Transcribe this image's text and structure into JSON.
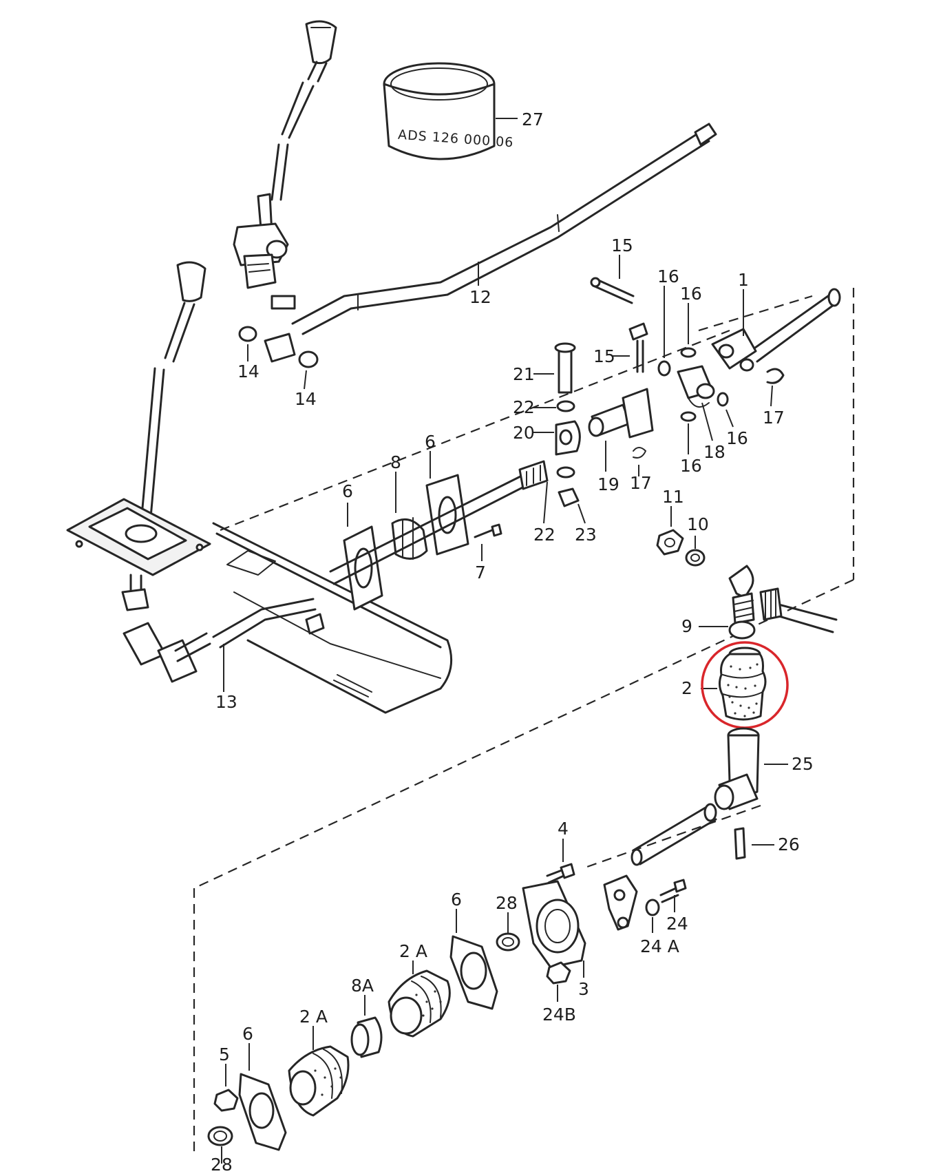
{
  "band_stamp_text": "ADS 126 000 06",
  "highlight_color": "#d9262b",
  "ink_color": "#262626",
  "callouts": [
    {
      "id": "c27",
      "label": "27"
    },
    {
      "id": "c12",
      "label": "12"
    },
    {
      "id": "c15a",
      "label": "15"
    },
    {
      "id": "c16a",
      "label": "16"
    },
    {
      "id": "c16b",
      "label": "16"
    },
    {
      "id": "c1",
      "label": "1"
    },
    {
      "id": "c14a",
      "label": "14"
    },
    {
      "id": "c14b",
      "label": "14"
    },
    {
      "id": "c21",
      "label": "21"
    },
    {
      "id": "c15b",
      "label": "15"
    },
    {
      "id": "c22a",
      "label": "22"
    },
    {
      "id": "c20",
      "label": "20"
    },
    {
      "id": "c17a",
      "label": "17"
    },
    {
      "id": "c16c",
      "label": "16"
    },
    {
      "id": "c18",
      "label": "18"
    },
    {
      "id": "c16d",
      "label": "16"
    },
    {
      "id": "c19",
      "label": "19"
    },
    {
      "id": "c17b",
      "label": "17"
    },
    {
      "id": "c6a",
      "label": "6"
    },
    {
      "id": "c8",
      "label": "8"
    },
    {
      "id": "c6b",
      "label": "6"
    },
    {
      "id": "c22b",
      "label": "22"
    },
    {
      "id": "c23",
      "label": "23"
    },
    {
      "id": "c7",
      "label": "7"
    },
    {
      "id": "c11",
      "label": "11"
    },
    {
      "id": "c10",
      "label": "10"
    },
    {
      "id": "c9",
      "label": "9"
    },
    {
      "id": "c2",
      "label": "2"
    },
    {
      "id": "c13",
      "label": "13"
    },
    {
      "id": "c25",
      "label": "25"
    },
    {
      "id": "c26",
      "label": "26"
    },
    {
      "id": "c4",
      "label": "4"
    },
    {
      "id": "c6c",
      "label": "6"
    },
    {
      "id": "c28a",
      "label": "28"
    },
    {
      "id": "c24",
      "label": "24"
    },
    {
      "id": "c24a",
      "label": "24 A"
    },
    {
      "id": "c3",
      "label": "3"
    },
    {
      "id": "c24b",
      "label": "24B"
    },
    {
      "id": "c2a1",
      "label": "2 A"
    },
    {
      "id": "c8a",
      "label": "8A"
    },
    {
      "id": "c2a2",
      "label": "2 A"
    },
    {
      "id": "c5",
      "label": "5"
    },
    {
      "id": "c6d",
      "label": "6"
    },
    {
      "id": "c28b",
      "label": "28"
    }
  ]
}
